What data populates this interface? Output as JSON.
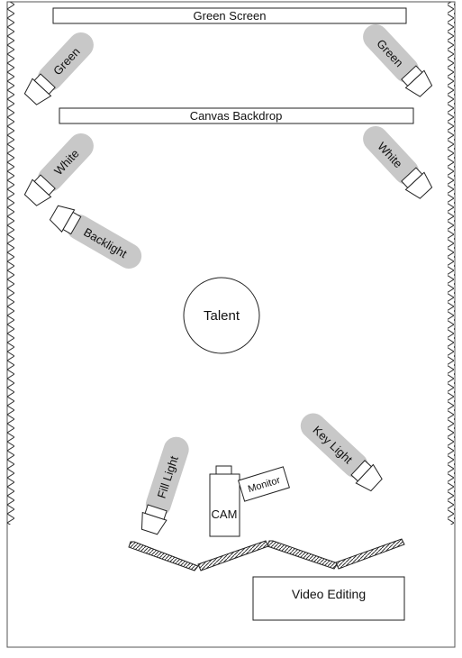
{
  "labels": {
    "green_screen": "Green Screen",
    "canvas_backdrop": "Canvas Backdrop",
    "talent": "Talent",
    "cam": "CAM",
    "monitor": "Monitor",
    "video_editing": "Video Editing"
  },
  "lights": {
    "green_left": "Green",
    "green_right": "Green",
    "white_left": "White",
    "white_right": "White",
    "backlight": "Backlight",
    "key_light": "Key Light",
    "fill_light": "Fill Light"
  },
  "colors": {
    "light_beam": "#c8c8c8",
    "outline": "#222222",
    "background": "#ffffff"
  }
}
